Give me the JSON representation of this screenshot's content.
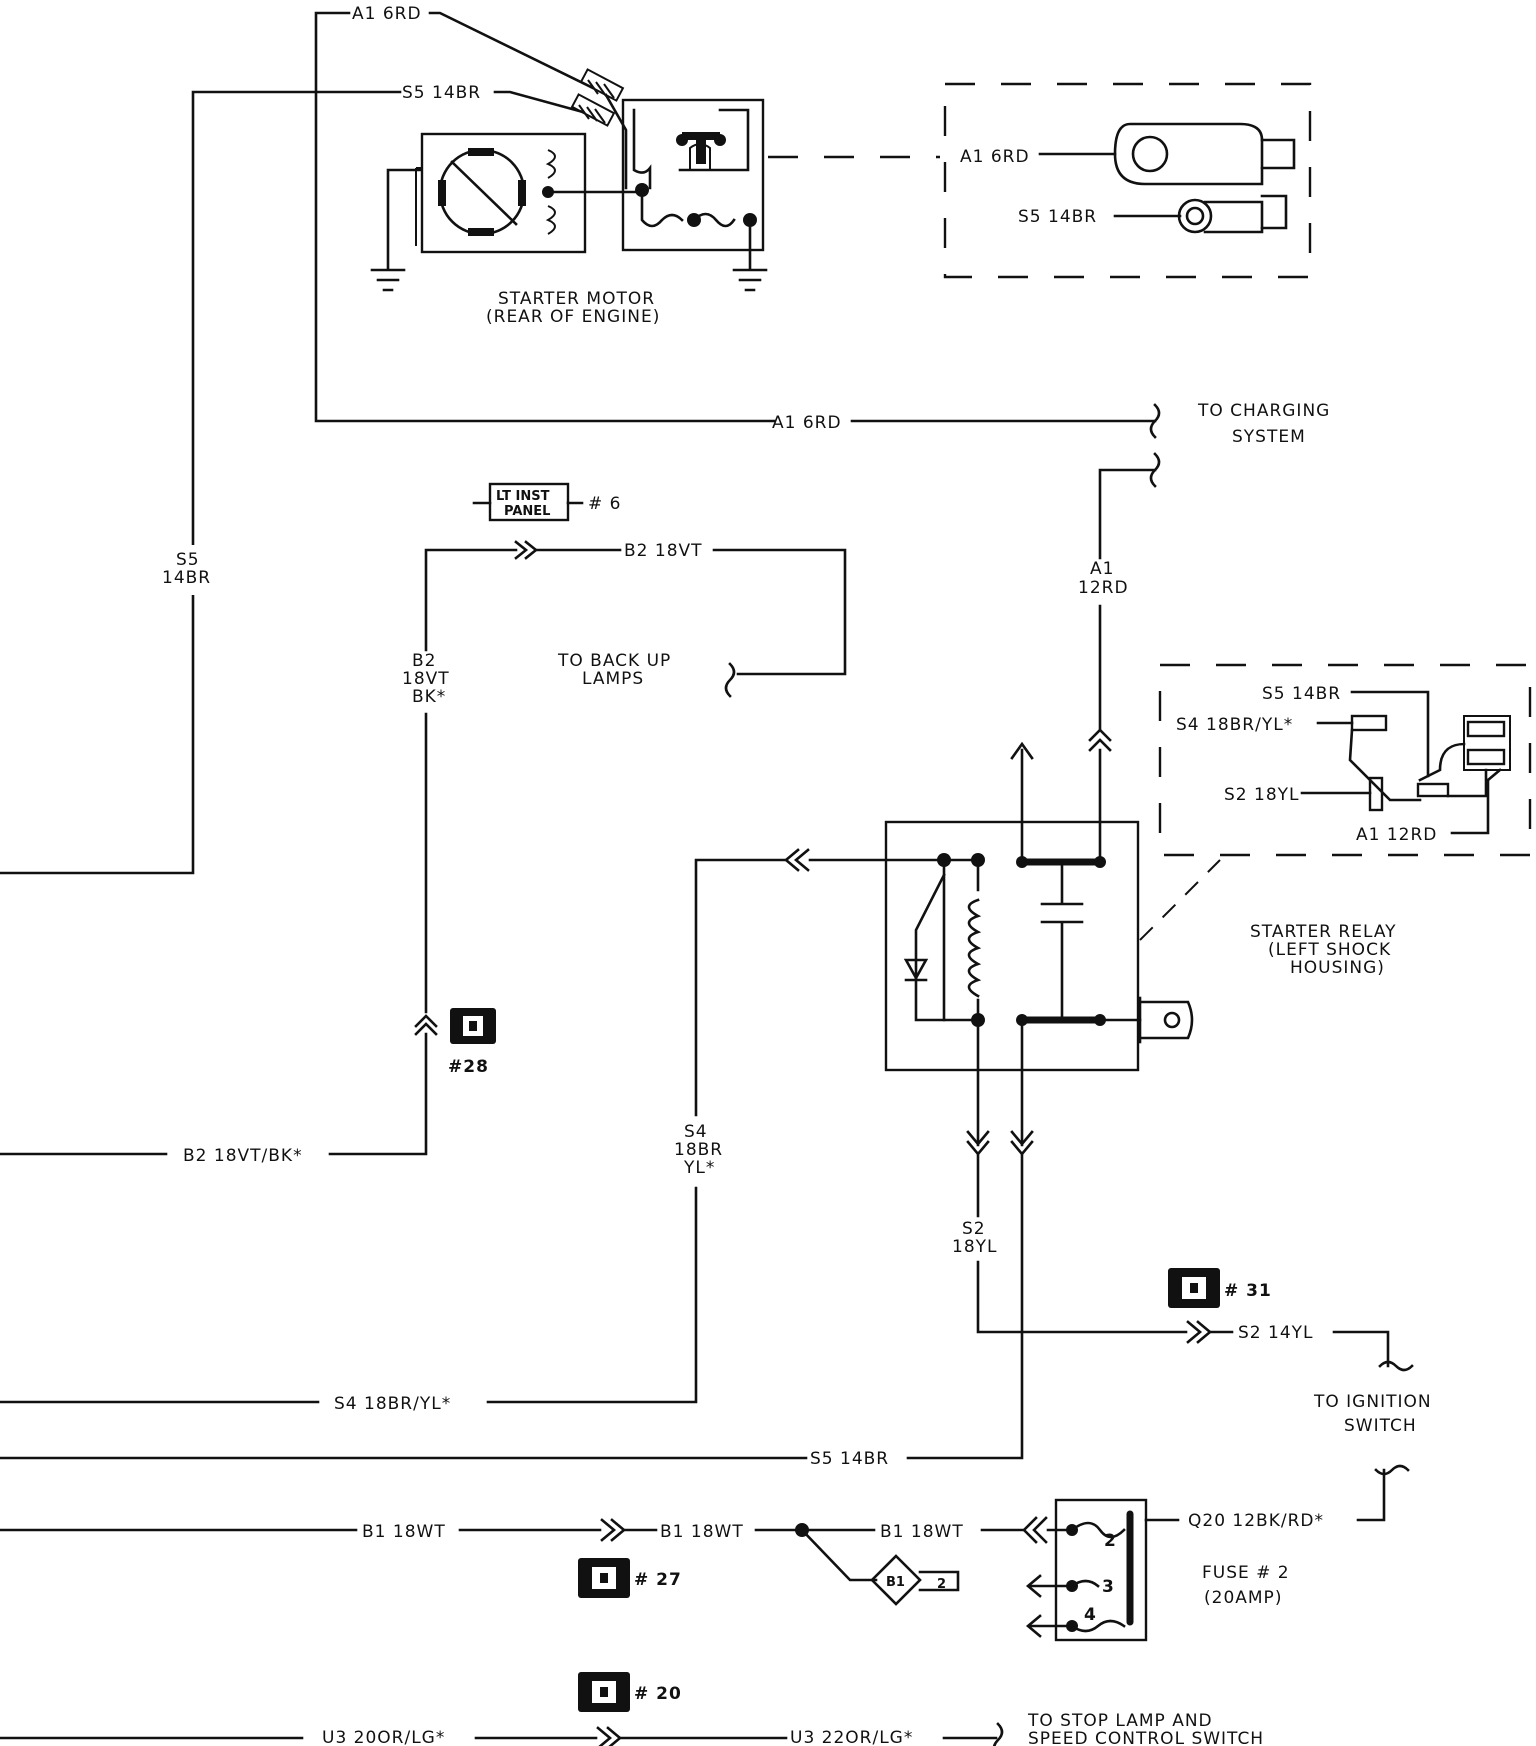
{
  "top": {
    "a1_6rd_top": "A1 6RD",
    "s5_14br_top": "S5 14BR"
  },
  "starter_motor": {
    "title_line1": "STARTER MOTOR",
    "title_line2": "(REAR OF ENGINE)"
  },
  "solenoid_detail": {
    "a1_6rd": "A1 6RD",
    "s5_14br": "S5 14BR"
  },
  "charging": {
    "wire": "A1 6RD",
    "dest_line1": "TO CHARGING",
    "dest_line2": "SYSTEM"
  },
  "panel_connector": {
    "label_line1": "LT INST",
    "label_line2": "PANEL",
    "ref": "# 6"
  },
  "backup": {
    "wire_b2": "B2 18VT",
    "dest_line1": "TO BACK UP",
    "dest_line2": "LAMPS"
  },
  "left_wires": {
    "s5_line1": "S5",
    "s5_line2": "14BR",
    "b2_line1": "B2",
    "b2_line2": "18VT",
    "b2_line3": "BK*",
    "b2_bottom": "B2 18VT/BK*",
    "s4_bottom": "S4 18BR/YL*",
    "s5_bottom": "S5 14BR",
    "b1_left": "B1 18WT",
    "b1_mid": "B1 18WT",
    "b1_right": "B1 18WT",
    "u3_left": "U3 20OR/LG*",
    "u3_right": "U3 22OR/LG*"
  },
  "relay_feed": {
    "a1_line1": "A1",
    "a1_line2": "12RD"
  },
  "relay_detail": {
    "s5": "S5 14BR",
    "s4": "S4 18BR/YL*",
    "s2": "S2 18YL",
    "a1": "A1 12RD"
  },
  "starter_relay": {
    "line1": "STARTER RELAY",
    "line2": "(LEFT SHOCK",
    "line3": "HOUSING)"
  },
  "s4_vertical": {
    "line1": "S4",
    "line2": "18BR",
    "line3": "YL*"
  },
  "s2_vertical": {
    "line1": "S2",
    "line2": "18YL"
  },
  "connectors": {
    "c28": "#28",
    "c31": "# 31",
    "c27": "# 27",
    "c20": "# 20"
  },
  "ignition": {
    "wire": "S2 14YL",
    "dest_line1": "TO IGNITION",
    "dest_line2": "SWITCH"
  },
  "fuse": {
    "wire": "Q20 12BK/RD*",
    "line1": "FUSE # 2",
    "line2": "(20AMP)",
    "pin2": "2",
    "pin3": "3",
    "pin4": "4"
  },
  "splice": {
    "label": "B1",
    "num": "2"
  },
  "stop_lamp": {
    "line1": "TO STOP LAMP AND",
    "line2": "SPEED CONTROL SWITCH"
  }
}
